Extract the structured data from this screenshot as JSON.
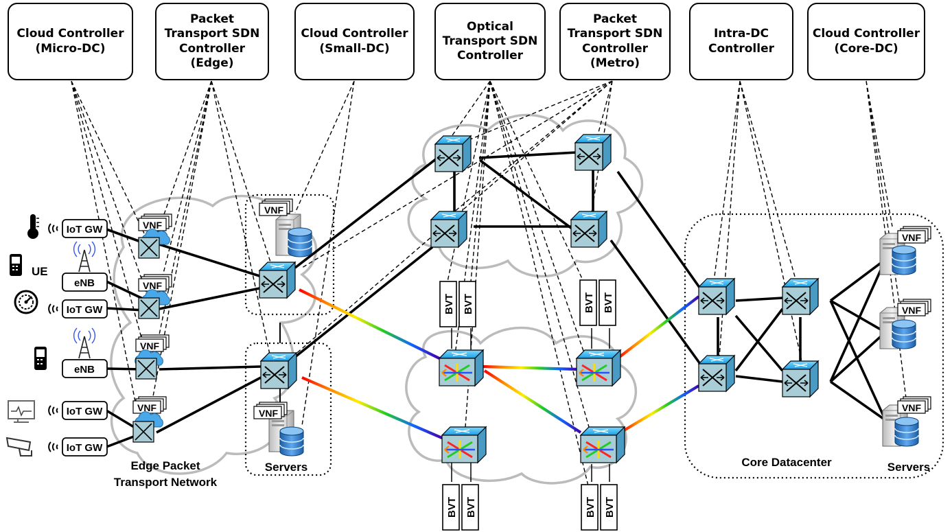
{
  "controllers": [
    {
      "id": "micro",
      "label": "Cloud Controller\n(Micro-DC)"
    },
    {
      "id": "pedge",
      "label": "Packet\nTransport SDN\nController\n(Edge)"
    },
    {
      "id": "small",
      "label": "Cloud Controller\n(Small-DC)"
    },
    {
      "id": "optical",
      "label": "Optical\nTransport SDN\nController"
    },
    {
      "id": "pmetro",
      "label": "Packet\nTransport SDN\nController\n(Metro)"
    },
    {
      "id": "intra",
      "label": "Intra-DC\nController"
    },
    {
      "id": "core",
      "label": "Cloud Controller\n(Core-DC)"
    }
  ],
  "labels": {
    "iot_gw": "IoT GW",
    "enb": "eNB",
    "ue": "UE",
    "vnf": "VNF",
    "bvt": "BVT",
    "edge_network_line1": "Edge Packet",
    "edge_network_line2": "Transport Network",
    "servers": "Servers",
    "core_datacenter": "Core Datacenter"
  },
  "icons": [
    "thermometer-icon",
    "phone-icon",
    "gauge-icon",
    "monitor-icon",
    "camera-icon",
    "antenna-icon",
    "cloud-icon",
    "server-icon",
    "database-icon",
    "packet-switch-icon",
    "optical-switch-icon",
    "wireless-signal-icon"
  ]
}
